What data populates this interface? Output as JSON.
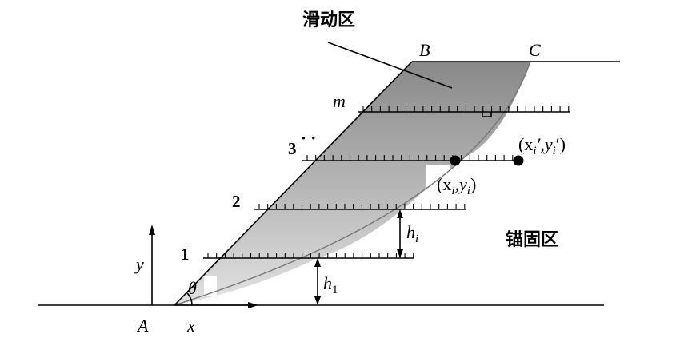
{
  "labels": {
    "sliding_zone": "滑动区",
    "anchorage_zone": "锚固区",
    "point_a": "A",
    "point_b": "B",
    "point_c": "C",
    "axis_x": "x",
    "axis_y": "y",
    "angle": "θ",
    "row_1": "1",
    "row_2": "2",
    "row_3": "3",
    "row_dots": "·  ·",
    "row_m": "m",
    "h_1": "h",
    "h_1_sub": "1",
    "h_i": "h",
    "h_i_sub": "i",
    "point_xy": "(x",
    "point_xy_sub": "i",
    "point_xy_mid": ",y",
    "point_xy_end": ")",
    "point_xy_prime": "(x",
    "point_xy_prime_sub": "i",
    "point_xy_prime_mid": "′,y",
    "point_xy_prime_end": "′)"
  },
  "colors": {
    "fill_top": "#8a8a8a",
    "fill_bottom": "#dcdcdc"
  }
}
